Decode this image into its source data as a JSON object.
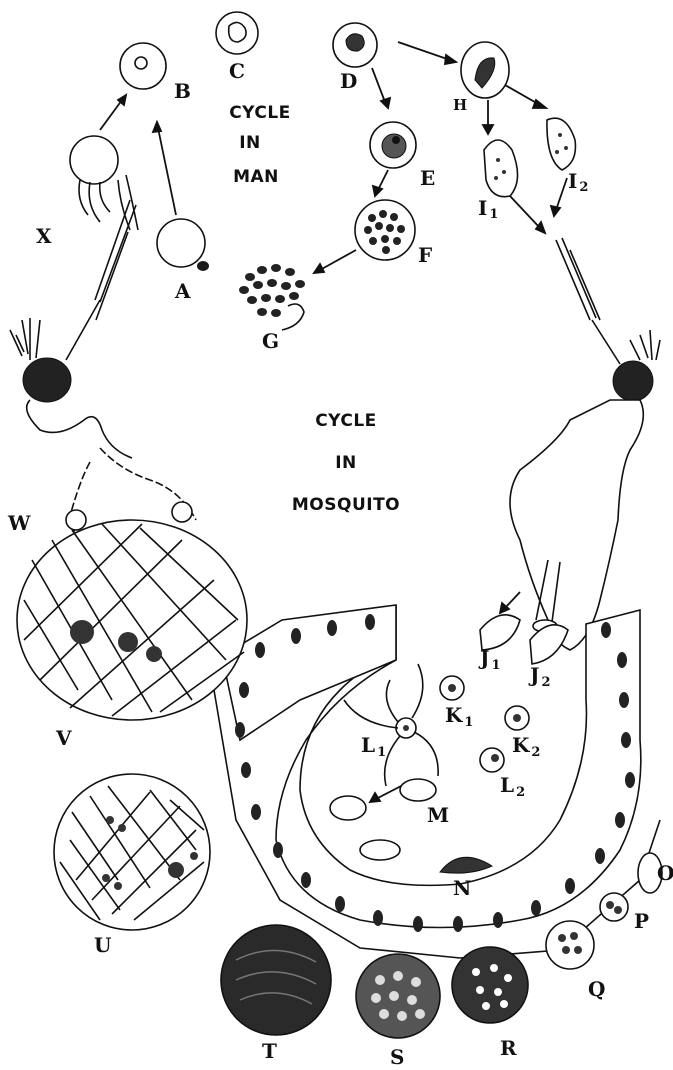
{
  "titles": {
    "man": [
      "CYCLE",
      "IN",
      "MAN"
    ],
    "mosquito": [
      "CYCLE",
      "IN",
      "MOSQUITO"
    ]
  },
  "labels": {
    "A": "A",
    "B": "B",
    "C": "C",
    "D": "D",
    "E": "E",
    "F": "F",
    "G": "G",
    "H": "H",
    "I1": "I",
    "I1_sub": "1",
    "I2": "I",
    "I2_sub": "2",
    "J1": "J",
    "J1_sub": "1",
    "J2": "J",
    "J2_sub": "2",
    "K1": "K",
    "K1_sub": "1",
    "K2": "K",
    "K2_sub": "2",
    "L1": "L",
    "L1_sub": "1",
    "L2": "L",
    "L2_sub": "2",
    "M": "M",
    "N": "N",
    "O": "O",
    "P": "P",
    "Q": "Q",
    "R": "R",
    "S": "S",
    "T": "T",
    "U": "U",
    "V": "V",
    "W": "W",
    "X": "X"
  }
}
